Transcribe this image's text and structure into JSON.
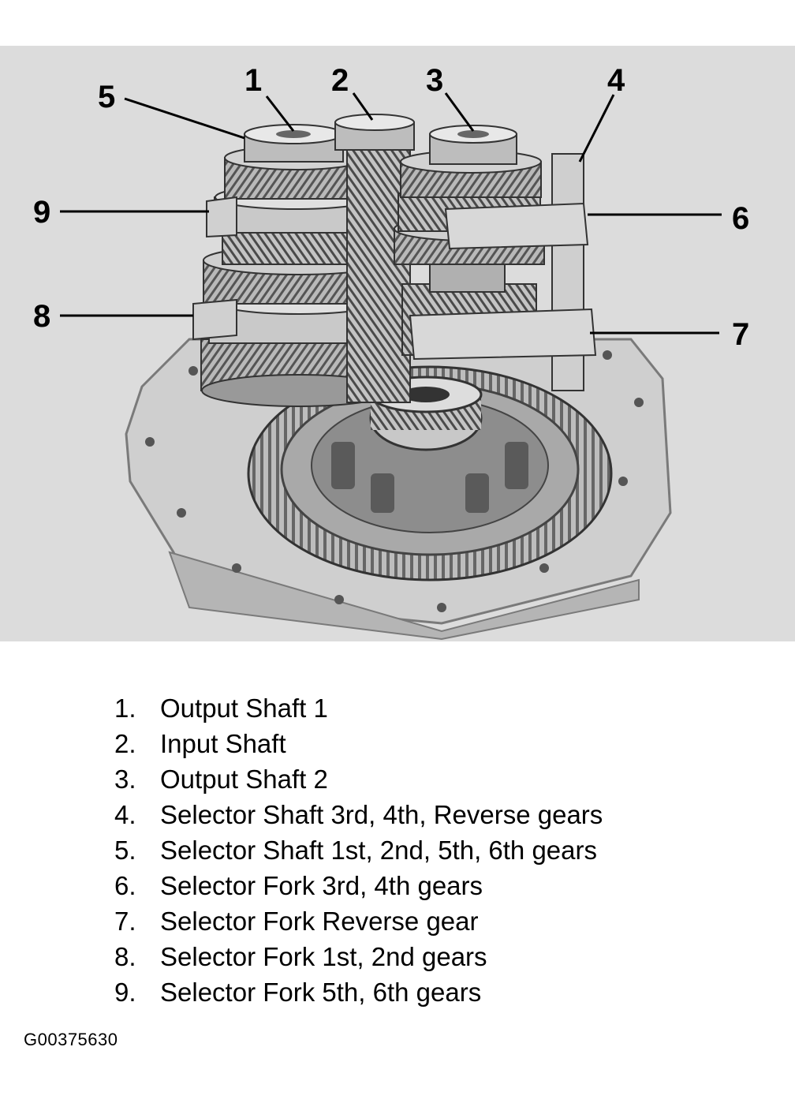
{
  "callouts": [
    {
      "num": "1"
    },
    {
      "num": "2"
    },
    {
      "num": "3"
    },
    {
      "num": "4"
    },
    {
      "num": "5"
    },
    {
      "num": "6"
    },
    {
      "num": "7"
    },
    {
      "num": "8"
    },
    {
      "num": "9"
    }
  ],
  "legend": [
    {
      "num": "1.",
      "text": "Output Shaft 1"
    },
    {
      "num": "2.",
      "text": "Input Shaft"
    },
    {
      "num": "3.",
      "text": "Output Shaft 2"
    },
    {
      "num": "4.",
      "text": "Selector Shaft 3rd, 4th, Reverse gears"
    },
    {
      "num": "5.",
      "text": "Selector Shaft 1st, 2nd, 5th, 6th gears"
    },
    {
      "num": "6.",
      "text": "Selector Fork 3rd, 4th gears"
    },
    {
      "num": "7.",
      "text": "Selector Fork Reverse gear"
    },
    {
      "num": "8.",
      "text": "Selector Fork 1st, 2nd gears"
    },
    {
      "num": "9.",
      "text": "Selector Fork 5th, 6th gears"
    }
  ],
  "figure_id": "G00375630"
}
